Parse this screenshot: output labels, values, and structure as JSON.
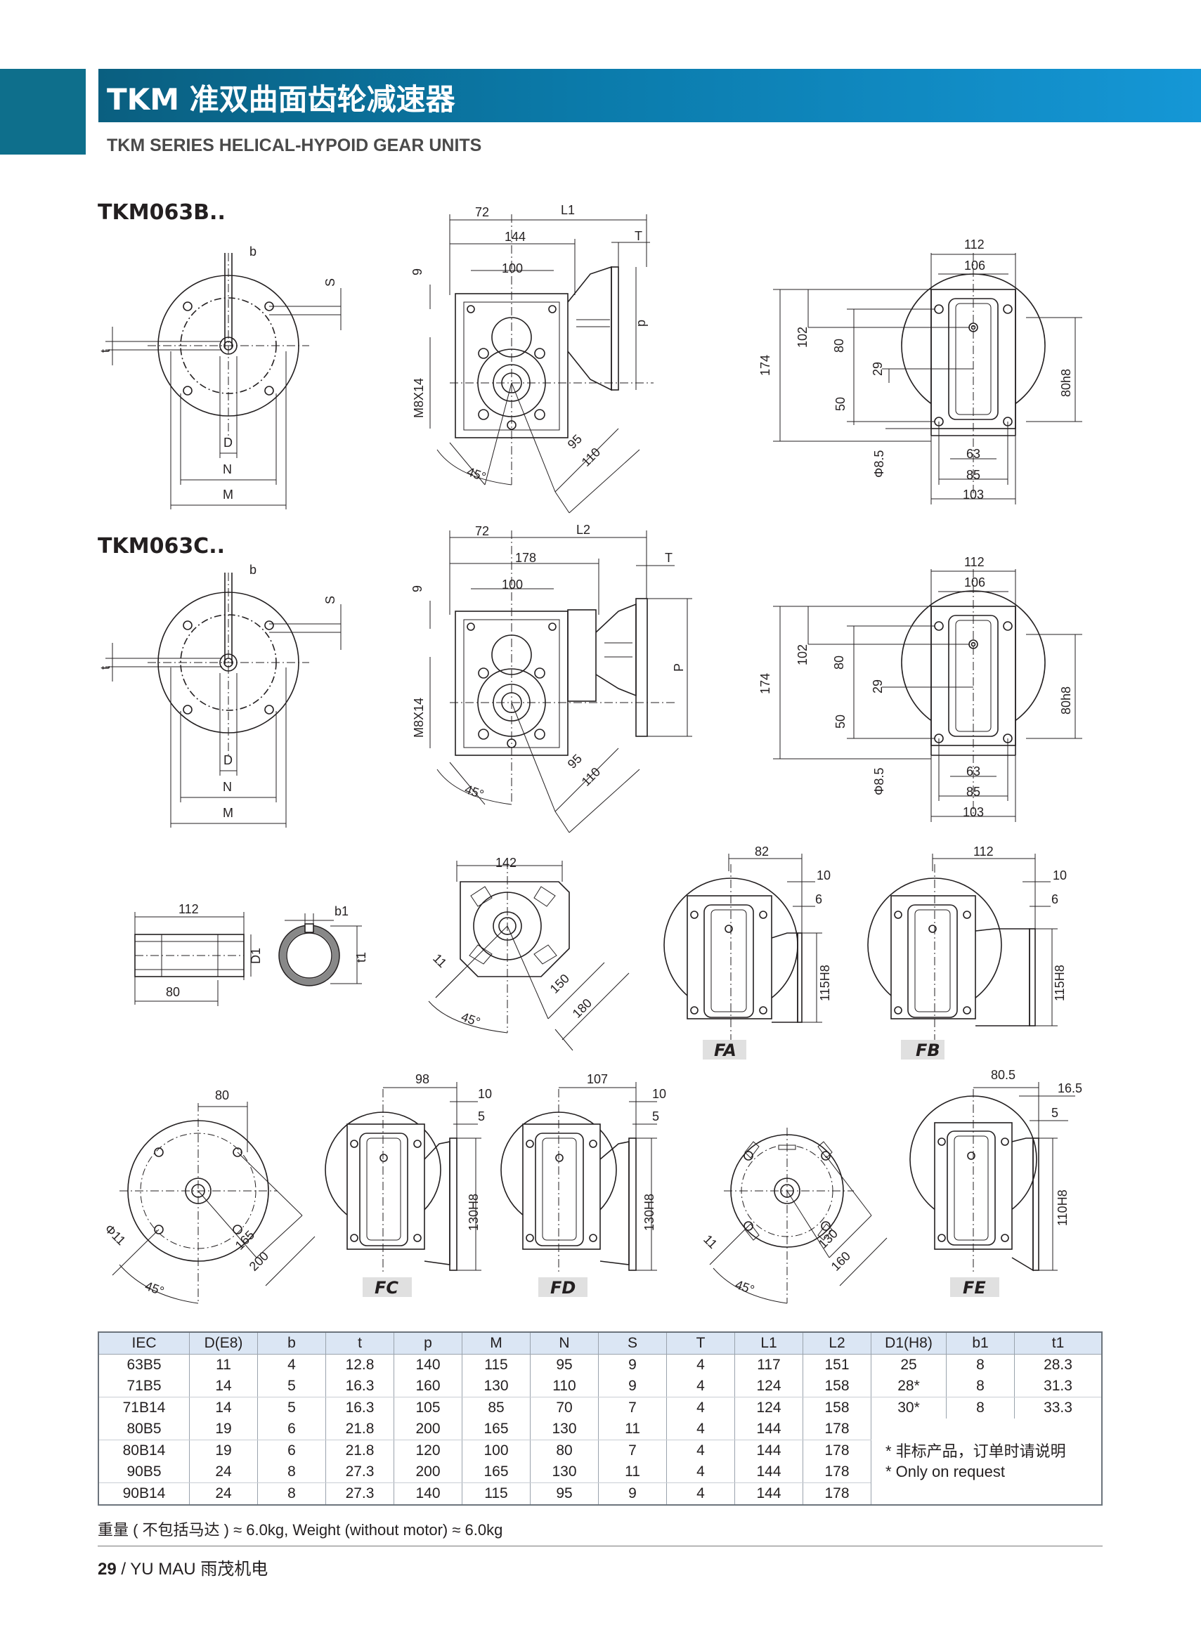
{
  "header": {
    "title": "TKM 准双曲面齿轮减速器",
    "subtitle": "TKM SERIES HELICAL-HYPOID GEAR UNITS"
  },
  "models": {
    "b": "TKM063B..",
    "c": "TKM063C.."
  },
  "dims": {
    "b": "b",
    "s": "S",
    "t": "t",
    "d": "D",
    "n": "N",
    "m": "M",
    "d72": "72",
    "l1": "L1",
    "d144": "144",
    "tt": "T",
    "d100": "100",
    "d9": "9",
    "p": "p",
    "pc": "P",
    "m8": "M8X14",
    "d95": "95",
    "d110": "110",
    "d45": "45°",
    "d112": "112",
    "d106": "106",
    "d174": "174",
    "d102": "102",
    "d80": "80",
    "d29": "29",
    "d50": "50",
    "d80h8": "80h8",
    "phi85": "Φ8.5",
    "d63": "63",
    "d85": "85",
    "d103": "103",
    "l2": "L2",
    "d178": "178",
    "shaft112": "112",
    "shaft80": "80",
    "b1": "b1",
    "D1": "D1",
    "t1": "t1",
    "d142": "142",
    "d11": "11",
    "d150": "150",
    "d180": "180",
    "d82": "82",
    "d10": "10",
    "d6": "6",
    "d115h8": "115H8",
    "d80top": "80",
    "phi11": "Φ11",
    "d165": "165",
    "d200": "200",
    "d98": "98",
    "d5": "5",
    "d130h8": "130H8",
    "d107": "107",
    "d130": "130",
    "d160": "160",
    "d805": "80.5",
    "d165s": "16.5",
    "d110h8": "110H8"
  },
  "tags": {
    "fa": "FA",
    "fb": "FB",
    "fc": "FC",
    "fd": "FD",
    "fe": "FE"
  },
  "table": {
    "headers": [
      "IEC",
      "D(E8)",
      "b",
      "t",
      "p",
      "M",
      "N",
      "S",
      "T",
      "L1",
      "L2",
      "D1(H8)",
      "b1",
      "t1"
    ],
    "rows": [
      [
        "63B5",
        "11",
        "4",
        "12.8",
        "140",
        "115",
        "95",
        "9",
        "4",
        "117",
        "151",
        "25",
        "8",
        "28.3"
      ],
      [
        "71B5",
        "14",
        "5",
        "16.3",
        "160",
        "130",
        "110",
        "9",
        "4",
        "124",
        "158",
        "28*",
        "8",
        "31.3"
      ],
      [
        "71B14",
        "14",
        "5",
        "16.3",
        "105",
        "85",
        "70",
        "7",
        "4",
        "124",
        "158",
        "30*",
        "8",
        "33.3"
      ],
      [
        "80B5",
        "19",
        "6",
        "21.8",
        "200",
        "165",
        "130",
        "11",
        "4",
        "144",
        "178"
      ],
      [
        "80B14",
        "19",
        "6",
        "21.8",
        "120",
        "100",
        "80",
        "7",
        "4",
        "144",
        "178"
      ],
      [
        "90B5",
        "24",
        "8",
        "27.3",
        "200",
        "165",
        "130",
        "11",
        "4",
        "144",
        "178"
      ],
      [
        "90B14",
        "24",
        "8",
        "27.3",
        "140",
        "115",
        "95",
        "9",
        "4",
        "144",
        "178"
      ]
    ],
    "note_cn": "* 非标产品，订单时请说明",
    "note_en": "* Only on request"
  },
  "weight": "重量 ( 不包括马达 ) ≈ 6.0kg, Weight (without motor) ≈ 6.0kg",
  "footer": {
    "page": "29",
    "sep": "/",
    "brand": "YU MAU 雨茂机电"
  }
}
